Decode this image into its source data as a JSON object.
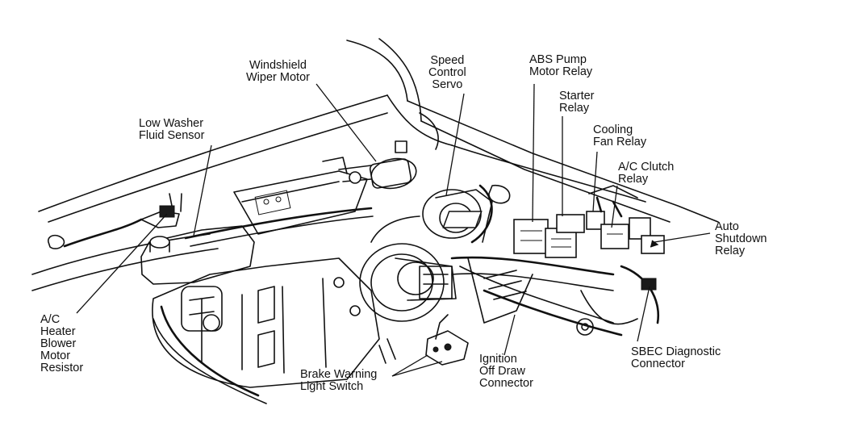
{
  "labels": {
    "windshield_wiper_motor": "Windshield\nWiper Motor",
    "speed_control_servo": "Speed\nControl\nServo",
    "abs_pump_motor_relay": "ABS Pump\nMotor Relay",
    "starter_relay": "Starter\nRelay",
    "cooling_fan_relay": "Cooling\nFan Relay",
    "ac_clutch_relay": "A/C Clutch\nRelay",
    "low_washer_fluid_sensor": "Low Washer\nFluid Sensor",
    "auto_shutdown_relay": "Auto\nShutdown\nRelay",
    "ac_heater_blower_motor_resistor": "A/C\nHeater\nBlower\nMotor\nResistor",
    "sbec_diagnostic_connector": "SBEC Diagnostic\nConnector",
    "ignition_off_draw_connector": "Ignition\nOff Draw\nConnector",
    "brake_warning_light_switch": "Brake Warning\nLight Switch"
  }
}
